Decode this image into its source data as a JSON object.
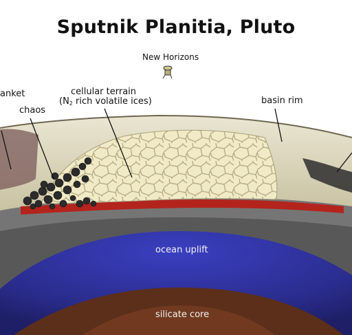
{
  "title": "Sputnik Planitia, Pluto",
  "labels": {
    "spacecraft": "New Horizons",
    "blanket": "anket",
    "chaos": "chaos",
    "cellular_line1": "cellular terrain",
    "cellular_line2_pre": "(N",
    "cellular_line2_sub": "2",
    "cellular_line2_post": " rich volatile ices)",
    "basin_rim": "basin rim",
    "ocean_uplift": "ocean uplift",
    "silicate_core": "silicate core"
  },
  "colors": {
    "core": "#5a2e1a",
    "ocean": "#2a2e9a",
    "mantle": "#555555",
    "ice_red": "#b3241d",
    "ice_cells": "#f0e8c0",
    "surface": "#d8d2b4",
    "chaos_blocks": "#2a2a2a"
  },
  "icons": {
    "spacecraft": "new-horizons-spacecraft-icon"
  }
}
